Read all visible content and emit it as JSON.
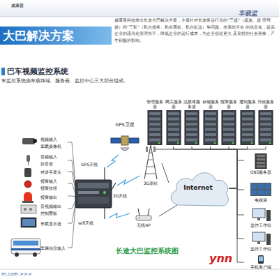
{
  "diagram": {
    "title": "大巴解决方案",
    "caption": "长途大巴监控系统图",
    "nodes": [
      {
        "text": [
          "管理服务器"
        ]
      },
      {
        "text": [
          "网关服务器"
        ]
      },
      {
        "text": [
          "流媒体服务器"
        ]
      },
      {
        "text": [
          "存储服务器"
        ]
      },
      {
        "text": [
          "报警服务器"
        ]
      },
      {
        "text": [
          "通知服务器"
        ]
      },
      {
        "text": [
          "升级服务器"
        ]
      },
      {
        "text": [
          "GPS卫星"
        ]
      },
      {
        "text": [
          "3G基站"
        ]
      },
      {
        "text": [
          "Internet"
        ]
      },
      {
        "text": [
          "OBS服务器"
        ]
      },
      {
        "text": [
          "电视墙"
        ]
      },
      {
        "text": [
          "无线AP"
        ]
      },
      {
        "text": [
          "监控工作站"
        ]
      },
      {
        "text": [
          "监控工作站"
        ]
      },
      {
        "text": [
          "手机客户端"
        ]
      }
    ],
    "edges": [
      {
        "from": 9,
        "to": 0,
        "arrow": "none"
      },
      {
        "from": 9,
        "to": 1,
        "arrow": "none"
      },
      {
        "from": 9,
        "to": 2,
        "arrow": "none"
      },
      {
        "from": 9,
        "to": 3,
        "arrow": "none"
      },
      {
        "from": 9,
        "to": 4,
        "arrow": "none"
      },
      {
        "from": 9,
        "to": 5,
        "arrow": "none"
      },
      {
        "from": 9,
        "to": 6,
        "arrow": "none"
      },
      {
        "from": 9,
        "to": 10,
        "arrow": "none"
      },
      {
        "from": 9,
        "to": 11,
        "arrow": "none"
      },
      {
        "from": 9,
        "to": 13,
        "arrow": "none"
      },
      {
        "from": 9,
        "to": 14,
        "arrow": "none"
      },
      {
        "from": 9,
        "to": 15,
        "arrow": "none"
      },
      {
        "from": 9,
        "to": 8,
        "arrow": "none"
      },
      {
        "from": 9,
        "to": 12,
        "arrow": "none"
      }
    ],
    "labels": [
      "威康普",
      "车载监",
      "威康普科技推出长途大巴解决方案，主要针对长途客运行业的“三超”（超速、超 劳驾驶）和“三私”（私自揽客、私收票款、私自乱运）等问题。本系统平台 的信息化，提高企业的现代化管理水平，降低企业的运行成本，为企业创造更大 及良好的社会形象，产生积极的影响。",
      "巴车视频监控系统",
      "车监控系统由车载终端、服务器、监控中心三大部分组成。",
      "GPS天线",
      "3G天线",
      "wifi天线",
      "视频输入",
      "车载摄像机",
      "音频输入",
      "拾音器",
      "对讲手麦头",
      "报警输入",
      "报警按钮",
      "报警输出",
      "音视频输出",
      "控制面板",
      "车载显示器",
      "车辆信息输入",
      "m.com >>>",
      "ynn"
    ]
  }
}
